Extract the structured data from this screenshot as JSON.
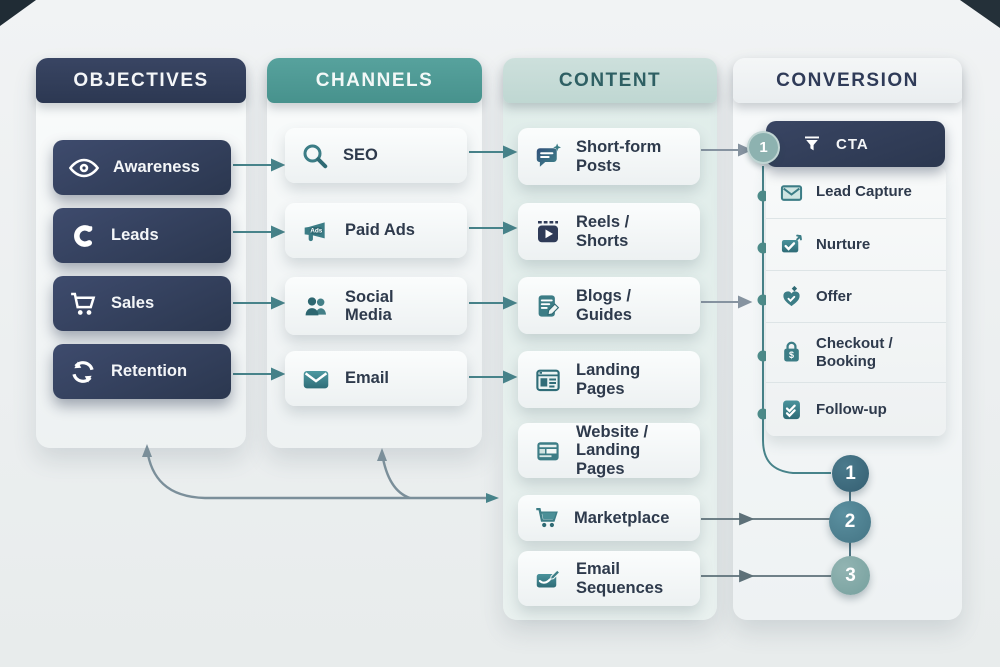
{
  "palette": {
    "background": "#eceff0",
    "navy": "#2f3b58",
    "teal_header": "#4e9b96",
    "pale_teal_header": "#c6dcd8",
    "content_header_text": "#2e5f63",
    "icon_teal": "#3c7d86",
    "arrow_teal": "#47838a",
    "arrow_gray": "#8693a0",
    "step1_color": "#3b687b",
    "step2_color": "#4d8292",
    "step3_color": "#84a9a8"
  },
  "columns": {
    "objectives": {
      "title": "OBJECTIVES",
      "items": [
        {
          "label": "Awareness",
          "icon": "eye-icon"
        },
        {
          "label": "Leads",
          "icon": "magnet-icon"
        },
        {
          "label": "Sales",
          "icon": "cart-icon"
        },
        {
          "label": "Retention",
          "icon": "refresh-icon"
        }
      ]
    },
    "channels": {
      "title": "CHANNELS",
      "items": [
        {
          "label": "SEO",
          "icon": "search-icon"
        },
        {
          "label": "Paid Ads",
          "icon": "megaphone-icon",
          "badge": "Ads"
        },
        {
          "label": "Social Media",
          "icon": "users-icon"
        },
        {
          "label": "Email",
          "icon": "envelope-icon"
        }
      ]
    },
    "content": {
      "title": "CONTENT",
      "items": [
        {
          "label": "Short-form Posts",
          "icon": "chat-sparkle-icon"
        },
        {
          "label": "Reels / Shorts",
          "icon": "video-icon"
        },
        {
          "label": "Blogs / Guides",
          "icon": "blog-document-icon"
        },
        {
          "label": "Landing Pages",
          "icon": "browser-window-icon"
        },
        {
          "label": "Website / Landing Pages",
          "icon": "website-layout-icon"
        },
        {
          "label": "Marketplace",
          "icon": "cart-teal-icon"
        },
        {
          "label": "Email Sequences",
          "icon": "envelope-pencil-icon"
        }
      ]
    },
    "conversion": {
      "title": "CONVERSION",
      "cta": {
        "label": "CTA",
        "icon": "funnel-icon",
        "badge": "1"
      },
      "items": [
        {
          "label": "Lead Capture",
          "icon": "envelope-outline-icon"
        },
        {
          "label": "Nurture",
          "icon": "envelope-check-icon"
        },
        {
          "label": "Offer",
          "icon": "heart-sparkle-icon"
        },
        {
          "label": "Checkout / Booking",
          "icon": "bag-dollar-icon"
        },
        {
          "label": "Follow-up",
          "icon": "clipboard-check-icon"
        }
      ],
      "steps": [
        {
          "label": "1"
        },
        {
          "label": "2"
        },
        {
          "label": "3"
        }
      ]
    }
  }
}
